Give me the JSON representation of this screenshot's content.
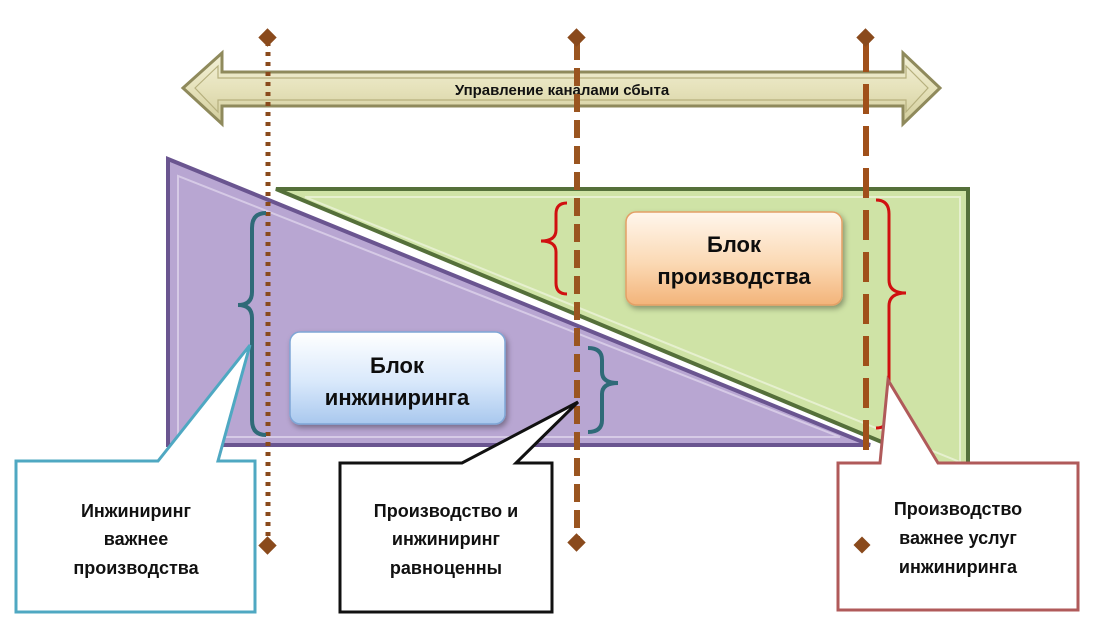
{
  "arrow": {
    "label": "Управление каналами сбыта"
  },
  "blocks": {
    "engineering": {
      "line1": "Блок",
      "line2": "инжиниринга"
    },
    "production": {
      "line1": "Блок",
      "line2": "производства"
    }
  },
  "callouts": {
    "left": {
      "lines": [
        "Инжиниринг",
        "важнее",
        "производства"
      ]
    },
    "center": {
      "lines": [
        "Производство и",
        "инжиниринг",
        "равноценны"
      ]
    },
    "right": {
      "lines": [
        "Производство",
        "важнее услуг",
        "инжиниринга"
      ]
    }
  },
  "colors": {
    "arrow_fill": "#e9e6c4",
    "arrow_stroke": "#8f8a5c",
    "engineering_triangle": "#b8a6d2",
    "engineering_border": "#6a5590",
    "production_triangle": "#cfe3a6",
    "production_border": "#55703a",
    "dotted_line": "#8a4a1c",
    "dashed_line": "#a0501a",
    "callout_left_border": "#4fa8c2",
    "callout_center_border": "#111111",
    "callout_right_border": "#b05a5a",
    "brace_teal": "#2f6a78",
    "brace_red": "#d01010"
  }
}
